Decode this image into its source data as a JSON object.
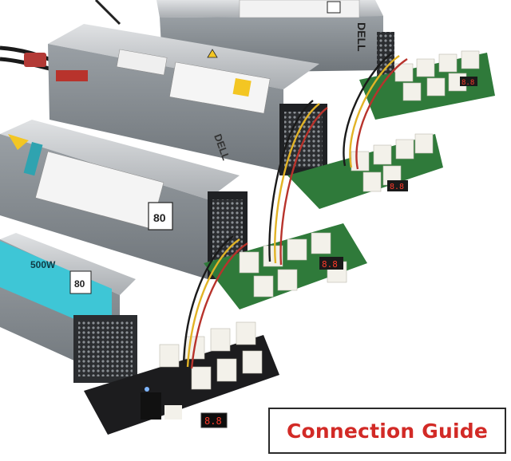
{
  "caption": {
    "text": "Connection Guide",
    "color": "#d22a26"
  },
  "psu_labels": {
    "psu1": "DELL",
    "psu2": "DELL",
    "psu3_badge": "80",
    "psu4_watts": "500W",
    "psu4_badge": "80"
  },
  "boards": {
    "board1_display": "8.8",
    "board2_display": "8.8",
    "board3_display": "8.8",
    "board4_display": "8.8"
  },
  "colors": {
    "psu_silver": "#b9bcbf",
    "psu_dark_face": "#3a3c3f",
    "board_green": "#2f7a3a",
    "board_black": "#1c1c1e",
    "connector_white": "#f3f1ea",
    "wire_yellow": "#e2b326",
    "wire_red": "#b8332c",
    "wire_black": "#1a1a1a",
    "psu4_label_blue": "#3ec6d6"
  }
}
